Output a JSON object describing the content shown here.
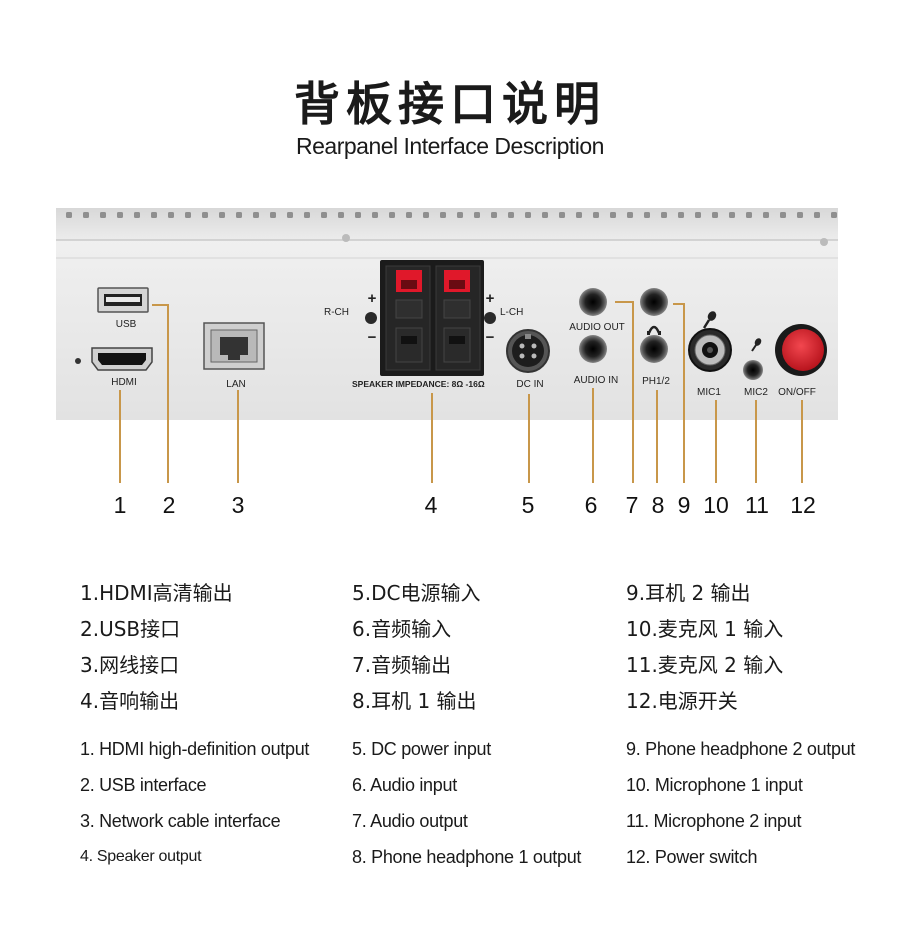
{
  "header": {
    "title_cn": "背板接口说明",
    "title_en": "Rearpanel  Interface Description"
  },
  "panel": {
    "labels": {
      "usb": "USB",
      "hdmi": "HDMI",
      "lan": "LAN",
      "r_ch": "R-CH",
      "l_ch": "L-CH",
      "plus": "+",
      "minus": "−",
      "speaker_impedance": "SPEAKER IMPEDANCE: 8Ω -16Ω",
      "dc_in": "DC IN",
      "audio_out": "AUDIO OUT",
      "audio_in": "AUDIO IN",
      "ph": "PH1/2",
      "mic1": "MIC1",
      "mic2": "MIC2",
      "on_off": "ON/OFF"
    },
    "callouts": [
      "1",
      "2",
      "3",
      "4",
      "5",
      "6",
      "7",
      "8",
      "9",
      "10",
      "11",
      "12"
    ],
    "colors": {
      "callout_line": "#c8974a",
      "panel": "#e9e9e9",
      "red_button": "#d21f2a"
    }
  },
  "list_cn": {
    "col1": [
      "1.HDMI高清输出",
      "2.USB接口",
      "3.网线接口",
      "4.音响输出"
    ],
    "col2": [
      "5.DC电源输入",
      "6.音频输入",
      "7.音频输出",
      "8.耳机 1 输出"
    ],
    "col3": [
      "9.耳机 2 输出",
      "10.麦克风 1 输入",
      "11.麦克风 2 输入",
      "12.电源开关"
    ]
  },
  "list_en": {
    "col1": [
      "1. HDMI high-definition output",
      "2. USB interface",
      "3. Network cable interface",
      "4. Speaker output"
    ],
    "col2": [
      "5. DC power input",
      "6. Audio input",
      "7. Audio output",
      "8. Phone headphone 1 output"
    ],
    "col3": [
      "9. Phone headphone 2 output",
      "10. Microphone 1 input",
      "11. Microphone  2 input",
      "12. Power switch"
    ]
  }
}
